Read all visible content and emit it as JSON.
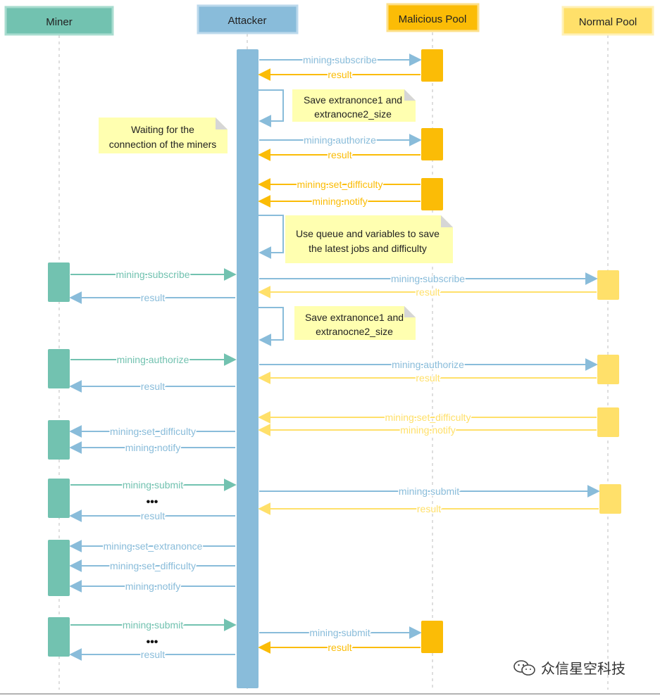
{
  "actors": [
    {
      "id": "miner",
      "label": "Miner",
      "fill": "#72c2b0",
      "stroke": "#9ed8ca"
    },
    {
      "id": "attacker",
      "label": "Attacker",
      "fill": "#89bcda",
      "stroke": "#b5d6ea"
    },
    {
      "id": "malicious",
      "label": "Malicious Pool",
      "fill": "#fbbc06",
      "stroke": "#fde08a"
    },
    {
      "id": "normal",
      "label": "Normal Pool",
      "fill": "#ffe06a",
      "stroke": "#fff0b0"
    }
  ],
  "colors": {
    "miner": "#72c2b0",
    "attacker": "#89bcda",
    "malicious": "#fbbc06",
    "normal": "#ffe06a",
    "note": "#ffffb0",
    "lifeline": "#c9c9c9"
  },
  "messages": [
    {
      "from": "attacker",
      "to": "malicious",
      "label": "mining.subscribe",
      "color": "attacker"
    },
    {
      "from": "malicious",
      "to": "attacker",
      "label": "result",
      "color": "malicious"
    },
    {
      "from": "attacker",
      "to": "malicious",
      "label": "mining.authorize",
      "color": "attacker"
    },
    {
      "from": "malicious",
      "to": "attacker",
      "label": "result",
      "color": "malicious"
    },
    {
      "from": "malicious",
      "to": "attacker",
      "label": "mining.set_difficulty",
      "color": "malicious"
    },
    {
      "from": "malicious",
      "to": "attacker",
      "label": "mining.notify",
      "color": "malicious"
    },
    {
      "from": "miner",
      "to": "attacker",
      "label": "mining.subscribe",
      "color": "miner"
    },
    {
      "from": "attacker",
      "to": "miner",
      "label": "result",
      "color": "attacker"
    },
    {
      "from": "attacker",
      "to": "normal",
      "label": "mining.subscribe",
      "color": "attacker"
    },
    {
      "from": "normal",
      "to": "attacker",
      "label": "result",
      "color": "normal"
    },
    {
      "from": "miner",
      "to": "attacker",
      "label": "mining.authorize",
      "color": "miner"
    },
    {
      "from": "attacker",
      "to": "miner",
      "label": "result",
      "color": "attacker"
    },
    {
      "from": "attacker",
      "to": "normal",
      "label": "mining.authorize",
      "color": "attacker"
    },
    {
      "from": "normal",
      "to": "attacker",
      "label": "result",
      "color": "normal"
    },
    {
      "from": "normal",
      "to": "attacker",
      "label": "mining.set_difficulty",
      "color": "normal"
    },
    {
      "from": "normal",
      "to": "attacker",
      "label": "mining.notify",
      "color": "normal"
    },
    {
      "from": "attacker",
      "to": "miner",
      "label": "mining.set_difficulty",
      "color": "attacker"
    },
    {
      "from": "attacker",
      "to": "miner",
      "label": "mining.notify",
      "color": "attacker"
    },
    {
      "from": "miner",
      "to": "attacker",
      "label": "mining.submit",
      "color": "miner"
    },
    {
      "from": "attacker",
      "to": "miner",
      "label": "result",
      "color": "attacker"
    },
    {
      "from": "attacker",
      "to": "normal",
      "label": "mining.submit",
      "color": "attacker"
    },
    {
      "from": "normal",
      "to": "attacker",
      "label": "result",
      "color": "normal"
    },
    {
      "from": "attacker",
      "to": "miner",
      "label": "mining.set_extranonce",
      "color": "attacker"
    },
    {
      "from": "attacker",
      "to": "miner",
      "label": "mining.set_difficulty",
      "color": "attacker"
    },
    {
      "from": "attacker",
      "to": "miner",
      "label": "mining.notify",
      "color": "attacker"
    },
    {
      "from": "miner",
      "to": "attacker",
      "label": "mining.submit",
      "color": "miner"
    },
    {
      "from": "attacker",
      "to": "miner",
      "label": "result",
      "color": "attacker"
    },
    {
      "from": "attacker",
      "to": "malicious",
      "label": "mining.submit",
      "color": "attacker"
    },
    {
      "from": "malicious",
      "to": "attacker",
      "label": "result",
      "color": "malicious"
    }
  ],
  "notes": [
    {
      "lines": [
        "Waiting for the",
        "connection of the miners"
      ]
    },
    {
      "lines": [
        "Save extranonce1 and",
        "extranocne2_size"
      ]
    },
    {
      "lines": [
        "Use queue and variables to save",
        "the latest jobs and difficulty"
      ]
    },
    {
      "lines": [
        "Save extranonce1 and",
        "extranocne2_size"
      ]
    }
  ],
  "ellipses": [
    "•••",
    "•••"
  ],
  "watermark": {
    "text": "众信星空科技",
    "icon": "wechat-icon"
  }
}
